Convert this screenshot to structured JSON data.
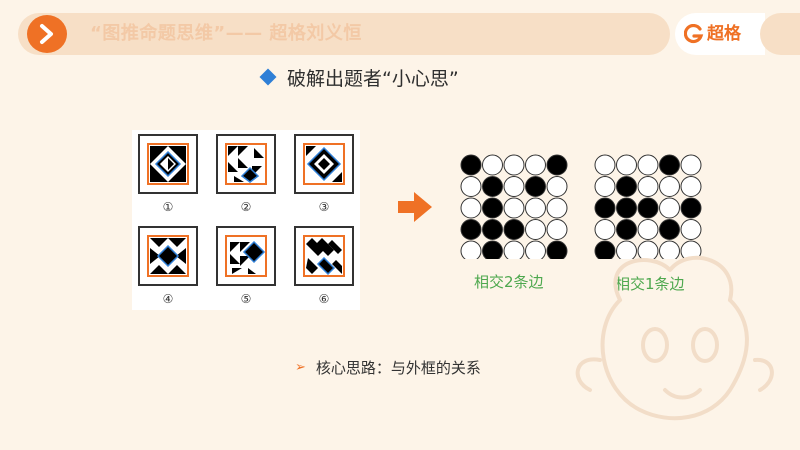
{
  "header": {
    "title": "“图推命题思维”—— 超格刘义恒",
    "brand": "超格",
    "accent": "#ef7125"
  },
  "section": {
    "title": "破解出题者“小心思”",
    "icon": "diamond-icon",
    "icon_color": "#2f7fd6"
  },
  "puzzle": {
    "labels": [
      "①",
      "②",
      "③",
      "④",
      "⑤",
      "⑥"
    ],
    "frame_color": "#ef7125",
    "highlight_color": "#2f7fd6"
  },
  "grids": [
    {
      "caption": "相交2条边",
      "cells": [
        [
          1,
          0,
          0,
          0,
          1
        ],
        [
          0,
          1,
          0,
          1,
          0
        ],
        [
          0,
          1,
          0,
          0,
          0
        ],
        [
          1,
          1,
          1,
          0,
          0
        ],
        [
          0,
          1,
          0,
          0,
          1
        ]
      ]
    },
    {
      "caption": "相交1条边",
      "cells": [
        [
          0,
          0,
          0,
          1,
          0
        ],
        [
          0,
          1,
          0,
          0,
          0
        ],
        [
          1,
          1,
          1,
          0,
          1
        ],
        [
          0,
          1,
          0,
          1,
          0
        ],
        [
          1,
          0,
          0,
          0,
          0
        ]
      ]
    }
  ],
  "idea": {
    "bullet": "➢",
    "text": "核心思路：与外框的关系"
  }
}
